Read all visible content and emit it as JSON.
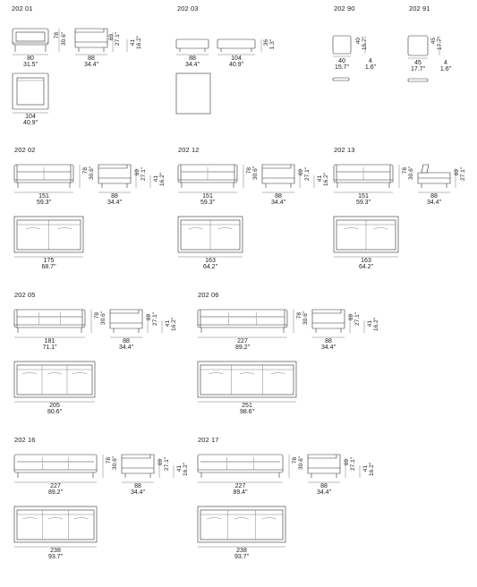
{
  "codes": {
    "c20201": "202 01",
    "c20203": "202 03",
    "c20290": "202 90",
    "c20291": "202 91",
    "c20202": "202 02",
    "c20212": "202 12",
    "c20213": "202 13",
    "c20205": "202 05",
    "c20206": "202 06",
    "c20216": "202 16",
    "c20217": "202 17"
  },
  "dims": {
    "a_w": "80",
    "a_wi": "31.5\"",
    "a_h": "78",
    "a_hi": "30.6\"",
    "a_d": "88",
    "a_di": "34.4\"",
    "a_sh": "69",
    "a_shi": "27.1\"",
    "a_ah": "41",
    "a_ahi": "16.2\"",
    "a_pw": "104",
    "a_pwi": "40.9\"",
    "b_w1": "88",
    "b_w1i": "34.4\"",
    "b_w2": "104",
    "b_w2i": "40.9\"",
    "b_h": "36",
    "b_hi": "1.3\"",
    "c_w": "40",
    "c_wi": "15.7\"",
    "c_h": "40",
    "c_hi": "15.7\"",
    "c_t": "4",
    "c_ti": "1.6\"",
    "d_w": "45",
    "d_wi": "17.7\"",
    "d_h": "45",
    "d_hi": "17.7\"",
    "d_t": "4",
    "d_ti": "1.6\"",
    "e_w": "151",
    "e_wi": "59.3\"",
    "e_h": "78",
    "e_hi": "30.6\"",
    "e_d": "88",
    "e_di": "34.4\"",
    "e_sh": "69",
    "e_shi": "27.1\"",
    "e_ah": "41",
    "e_ahi": "16.2\"",
    "e_pw": "175",
    "e_pwi": "68.7\"",
    "f_w": "151",
    "f_wi": "59.3\"",
    "f_h": "78",
    "f_hi": "30.6\"",
    "f_d": "88",
    "f_di": "34.4\"",
    "f_sh": "69",
    "f_shi": "27.1\"",
    "f_ah": "41",
    "f_ahi": "16.2\"",
    "f_pw": "163",
    "f_pwi": "64.2\"",
    "g_w": "151",
    "g_wi": "59.3\"",
    "g_h": "78",
    "g_hi": "30.6\"",
    "g_d": "88",
    "g_di": "34.4\"",
    "g_sh": "69",
    "g_shi": "27.1\"",
    "g_pw": "163",
    "g_pwi": "64.2\"",
    "h_w": "181",
    "h_wi": "71.1\"",
    "h_h": "78",
    "h_hi": "30.6\"",
    "h_d": "88",
    "h_di": "34.4\"",
    "h_sh": "69",
    "h_shi": "27.1\"",
    "h_ah": "41",
    "h_ahi": "16.2\"",
    "h_pw": "205",
    "h_pwi": "80.6\"",
    "i_w": "227",
    "i_wi": "89.2\"",
    "i_h": "78",
    "i_hi": "30.6\"",
    "i_d": "88",
    "i_di": "34.4\"",
    "i_sh": "69",
    "i_shi": "27.1\"",
    "i_ah": "41",
    "i_ahi": "16.2\"",
    "i_pw": "251",
    "i_pwi": "98.6\"",
    "j_w": "227",
    "j_wi": "89.2\"",
    "j_h": "78",
    "j_hi": "30.6\"",
    "j_d": "88",
    "j_di": "34.4\"",
    "j_sh": "69",
    "j_shi": "27.1\"",
    "j_ah": "41",
    "j_ahi": "16.2\"",
    "j_pw": "238",
    "j_pwi": "93.7\"",
    "k_w": "227",
    "k_wi": "89.4\"",
    "k_h": "78",
    "k_hi": "30.6\"",
    "k_d": "88",
    "k_di": "34.4\"",
    "k_sh": "69",
    "k_shi": "27.1\"",
    "k_ah": "41",
    "k_ahi": "16.2\"",
    "k_pw": "238",
    "k_pwi": "93.7\""
  }
}
